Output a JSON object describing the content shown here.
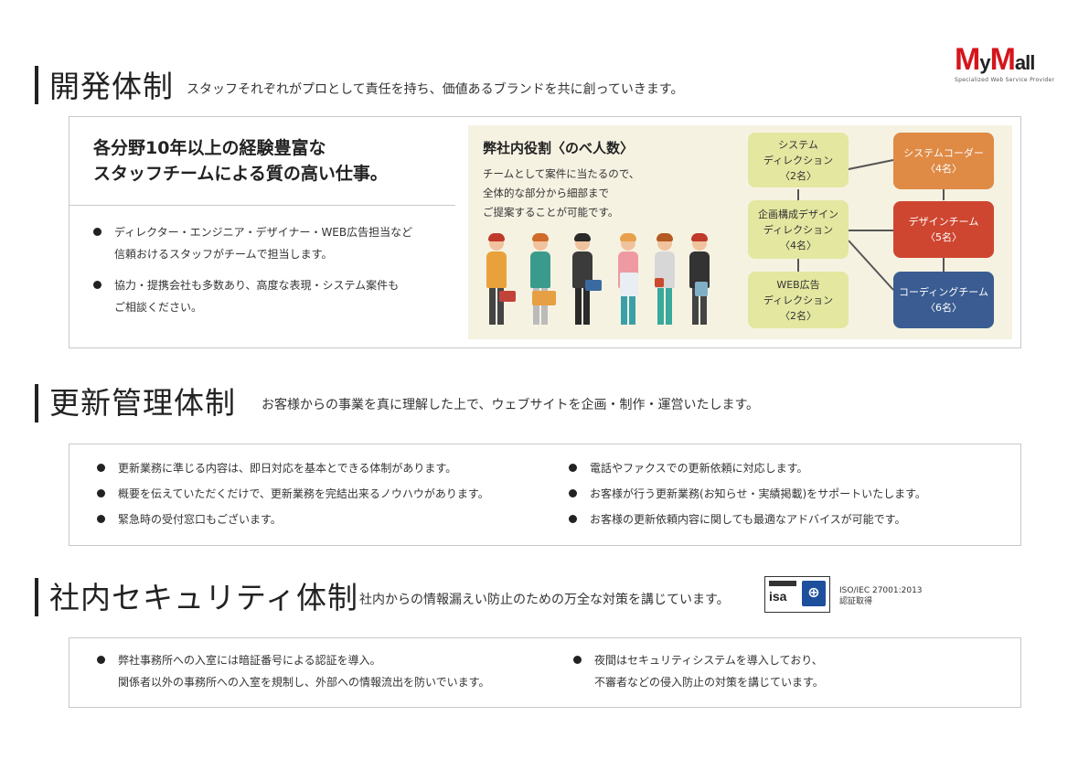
{
  "logo": {
    "main_big": "M",
    "main_y": "y",
    "main_big2": "M",
    "main_rest": "all",
    "tagline": "Specialized Web Service Provider"
  },
  "dev": {
    "title": "開発体制",
    "subtitle": "スタッフそれぞれがプロとして責任を持ち、価値あるブランドを共に創っていきます。",
    "headline_1": "各分野10年以上の経験豊富な",
    "headline_2": "スタッフチームによる質の高い仕事。",
    "bullets": [
      {
        "line1": "ディレクター・エンジニア・デザイナー・WEB広告担当など",
        "line2": "信頼おけるスタッフがチームで担当します。"
      },
      {
        "line1": "協力・提携会社も多数あり、高度な表現・システム案件も",
        "line2": "ご相談ください。"
      }
    ],
    "roles_title": "弊社内役割〈のべ人数〉",
    "roles_desc_1": "チームとして案件に当たるので、",
    "roles_desc_2": "全体的な部分から細部まで",
    "roles_desc_3": "ご提案することが可能です。",
    "roles": {
      "sys_dir": {
        "l1": "システム",
        "l2": "ディレクション",
        "count": "〈2名〉"
      },
      "plan_dir": {
        "l1": "企画構成デザイン",
        "l2": "ディレクション",
        "count": "〈4名〉"
      },
      "web_dir": {
        "l1": "WEB広告",
        "l2": "ディレクション",
        "count": "〈2名〉"
      },
      "sys_coder": {
        "l1": "システムコーダー",
        "count": "〈4名〉"
      },
      "design_team": {
        "l1": "デザインチーム",
        "count": "〈5名〉"
      },
      "coding_team": {
        "l1": "コーディングチーム",
        "count": "〈6名〉"
      }
    },
    "colors": {
      "sys_coder": "#df8a45",
      "design_team": "#cf4630",
      "coding_team": "#3a5c92",
      "role_box": "#e4e7a0",
      "panel": "#f6f2e2"
    }
  },
  "update": {
    "title": "更新管理体制",
    "subtitle": "お客様からの事業を真に理解した上で、ウェブサイトを企画・制作・運営いたします。",
    "left": [
      "更新業務に準じる内容は、即日対応を基本とできる体制があります。",
      "概要を伝えていただくだけで、更新業務を完結出来るノウハウがあります。",
      "緊急時の受付窓口もございます。"
    ],
    "right": [
      "電話やファクスでの更新依頼に対応します。",
      "お客様が行う更新業務(お知らせ・実績掲載)をサポートいたします。",
      "お客様の更新依頼内容に関しても最適なアドバイスが可能です。"
    ]
  },
  "security": {
    "title": "社内セキュリティ体制",
    "subtitle": "社内からの情報漏えい防止のための万全な対策を講じています。",
    "cert_standard": "ISO/IEC 27001:2013",
    "cert_label": "認証取得",
    "badge_text": "isa",
    "left": {
      "line1": "弊社事務所への入室には暗証番号による認証を導入。",
      "line2": "関係者以外の事務所への入室を規制し、外部への情報流出を防いでいます。"
    },
    "right": {
      "line1": "夜間はセキュリティシステムを導入しており、",
      "line2": "不審者などの侵入防止の対策を講じています。"
    }
  }
}
